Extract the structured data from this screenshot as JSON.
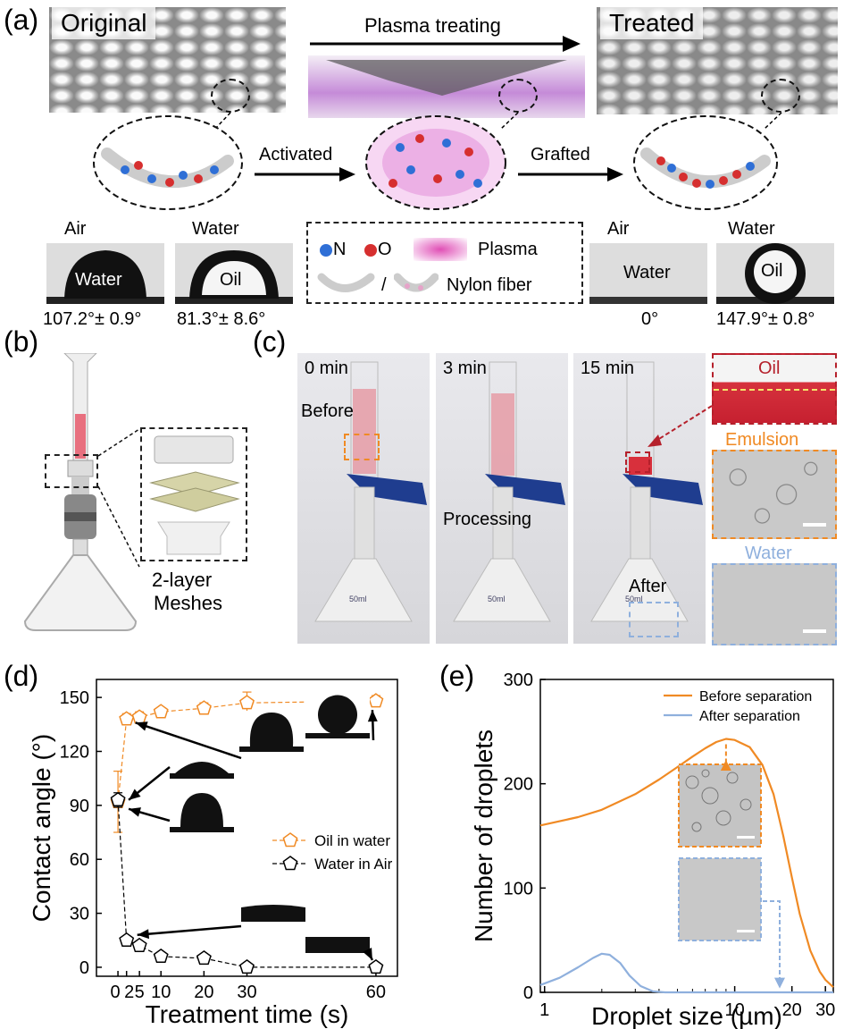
{
  "panel_a": {
    "label": "(a)",
    "original": "Original",
    "plasma_treating": "Plasma treating",
    "treated": "Treated",
    "activated": "Activated",
    "grafted": "Grafted",
    "insets": [
      {
        "medium": "Air",
        "drop": "Water",
        "angle": "107.2°± 0.9°"
      },
      {
        "medium": "Water",
        "drop": "Oil",
        "angle": "81.3°± 8.6°"
      },
      {
        "medium": "Air",
        "drop": "Water",
        "angle": "0°"
      },
      {
        "medium": "Water",
        "drop": "Oil",
        "angle": "147.9°± 0.8°"
      }
    ],
    "legend": {
      "n": "N",
      "o": "O",
      "plasma": "Plasma",
      "slash": "/",
      "fiber": "Nylon fiber"
    }
  },
  "panel_b": {
    "label": "(b)",
    "caption_line1": "2-layer",
    "caption_line2": "Meshes"
  },
  "panel_c": {
    "label": "(c)",
    "times": [
      "0 min",
      "3 min",
      "15 min"
    ],
    "before": "Before",
    "processing": "Processing",
    "after": "After",
    "flask_text": "50ml",
    "oil": "Oil",
    "emulsion": "Emulsion",
    "water": "Water",
    "colors": {
      "oil": "#b5202b",
      "emulsion": "#f08a24",
      "water": "#8fb0dd"
    }
  },
  "chart_data": [
    {
      "panel": "(d)",
      "type": "scatter",
      "xlabel": "Treatment time (s)",
      "ylabel": "Contact angle (°)",
      "xlim": [
        -5,
        65
      ],
      "ylim": [
        -5,
        160
      ],
      "xticks": [
        0,
        2,
        5,
        10,
        20,
        30,
        60
      ],
      "xtick_labels": [
        "0",
        "2",
        "5",
        "10",
        "20",
        "30",
        "60"
      ],
      "yticks": [
        0,
        30,
        60,
        90,
        120,
        150
      ],
      "legend_position": "center-right",
      "series": [
        {
          "name": "Oil in water",
          "color": "#f08a24",
          "x": [
            0,
            2,
            5,
            10,
            20,
            30,
            60
          ],
          "y": [
            92,
            138,
            139,
            142,
            144,
            147,
            148
          ],
          "err": [
            17,
            3,
            3,
            2,
            3,
            6,
            3
          ]
        },
        {
          "name": "Water in Air",
          "color": "#000000",
          "x": [
            0,
            2,
            5,
            10,
            20,
            30,
            60
          ],
          "y": [
            93,
            15,
            12,
            6,
            5,
            0,
            0
          ],
          "err": [
            4,
            2,
            2,
            2,
            2,
            0,
            0
          ]
        }
      ]
    },
    {
      "panel": "(e)",
      "type": "line",
      "xlabel": "Droplet size (µm)",
      "ylabel": "Number of droplets",
      "xscale": "log",
      "xlim": [
        0.95,
        33
      ],
      "ylim": [
        0,
        300
      ],
      "xticks": [
        1,
        10,
        20,
        30
      ],
      "xtick_labels": [
        "1",
        "10",
        "20",
        "30"
      ],
      "yticks": [
        0,
        100,
        200,
        300
      ],
      "legend_position": "top-right",
      "series": [
        {
          "name": "Before separation",
          "color": "#f08a24",
          "x": [
            0.95,
            1.5,
            2,
            3,
            4,
            5,
            6,
            7,
            8,
            9,
            10,
            12,
            14,
            16,
            18,
            20,
            22,
            25,
            28,
            30,
            33
          ],
          "y": [
            160,
            168,
            175,
            190,
            204,
            216,
            226,
            234,
            240,
            243,
            242,
            235,
            218,
            190,
            150,
            110,
            75,
            40,
            20,
            12,
            5
          ]
        },
        {
          "name": "After separation",
          "color": "#8fb0dd",
          "x": [
            0.95,
            1.2,
            1.5,
            1.8,
            2.0,
            2.2,
            2.5,
            2.8,
            3.2,
            3.7,
            4.3,
            5,
            10,
            33
          ],
          "y": [
            7,
            14,
            24,
            33,
            37,
            36,
            28,
            16,
            6,
            1,
            0,
            0,
            0,
            0
          ]
        }
      ]
    }
  ]
}
